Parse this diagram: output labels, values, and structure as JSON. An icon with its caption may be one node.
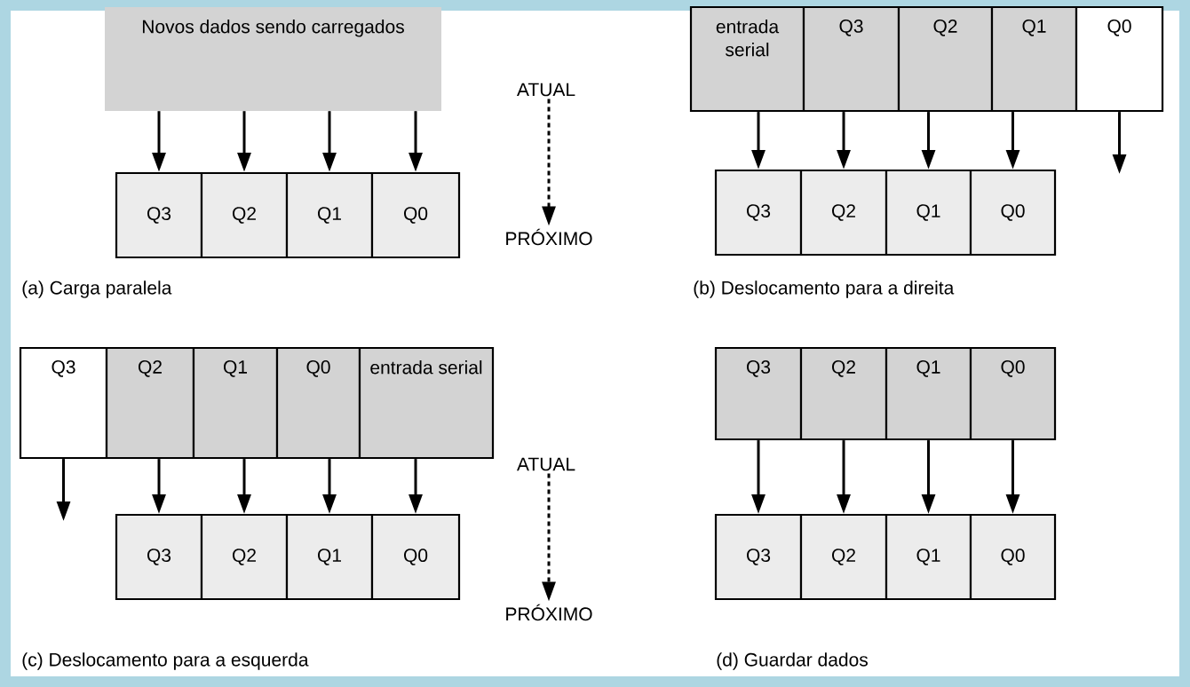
{
  "diagram": {
    "nodes": [
      {
        "text": [
          "Novos dados sendo carregados"
        ]
      },
      {
        "text": [
          "Q3"
        ]
      },
      {
        "text": [
          "Q2"
        ]
      },
      {
        "text": [
          "Q1"
        ]
      },
      {
        "text": [
          "Q0"
        ]
      },
      {
        "text": [
          "ATUAL"
        ]
      },
      {
        "text": [
          "PRÓXIMO"
        ]
      },
      {
        "text": [
          "entrada serial"
        ]
      },
      {
        "text": [
          "Q3"
        ]
      },
      {
        "text": [
          "Q2"
        ]
      },
      {
        "text": [
          "Q1"
        ]
      },
      {
        "text": [
          "Q0"
        ]
      },
      {
        "text": [
          "Q3"
        ]
      },
      {
        "text": [
          "Q2"
        ]
      },
      {
        "text": [
          "Q1"
        ]
      },
      {
        "text": [
          "Q0"
        ]
      },
      {
        "text": [
          "Q3"
        ]
      },
      {
        "text": [
          "Q2"
        ]
      },
      {
        "text": [
          "Q1"
        ]
      },
      {
        "text": [
          "Q0"
        ]
      },
      {
        "text": [
          "entrada serial"
        ]
      },
      {
        "text": [
          "Q3"
        ]
      },
      {
        "text": [
          "Q2"
        ]
      },
      {
        "text": [
          "Q1"
        ]
      },
      {
        "text": [
          "Q0"
        ]
      },
      {
        "text": [
          "ATUAL"
        ]
      },
      {
        "text": [
          "PRÓXIMO"
        ]
      },
      {
        "text": [
          "Q3"
        ]
      },
      {
        "text": [
          "Q2"
        ]
      },
      {
        "text": [
          "Q1"
        ]
      },
      {
        "text": [
          "Q0"
        ]
      },
      {
        "text": [
          "Q3"
        ]
      },
      {
        "text": [
          "Q2"
        ]
      },
      {
        "text": [
          "Q1"
        ]
      },
      {
        "text": [
          "Q0"
        ]
      }
    ],
    "edges": [
      {
        "from": 0,
        "to": 1,
        "arrow": "to"
      },
      {
        "from": 0,
        "to": 2,
        "arrow": "to"
      },
      {
        "from": 0,
        "to": 3,
        "arrow": "to"
      },
      {
        "from": 0,
        "to": 4,
        "arrow": "to"
      },
      {
        "from": 5,
        "to": 6,
        "arrow": "to",
        "style": "dashed"
      },
      {
        "from": 7,
        "to": 12,
        "arrow": "to"
      },
      {
        "from": 8,
        "to": 13,
        "arrow": "to"
      },
      {
        "from": 9,
        "to": 14,
        "arrow": "to"
      },
      {
        "from": 10,
        "to": 15,
        "arrow": "to"
      },
      {
        "from": 11,
        "to": null,
        "arrow": "to"
      },
      {
        "from": 16,
        "to": null,
        "arrow": "to"
      },
      {
        "from": 17,
        "to": 21,
        "arrow": "to"
      },
      {
        "from": 18,
        "to": 22,
        "arrow": "to"
      },
      {
        "from": 19,
        "to": 23,
        "arrow": "to"
      },
      {
        "from": 20,
        "to": 24,
        "arrow": "to"
      },
      {
        "from": 25,
        "to": 26,
        "arrow": "to",
        "style": "dashed"
      },
      {
        "from": 27,
        "to": 31,
        "arrow": "to"
      },
      {
        "from": 28,
        "to": 32,
        "arrow": "to"
      },
      {
        "from": 29,
        "to": 33,
        "arrow": "to"
      },
      {
        "from": 30,
        "to": 34,
        "arrow": "to"
      }
    ],
    "labels": [
      "(a) Carga paralela",
      "(b) Deslocamento para a direita",
      "(c) Deslocamento para a esquerda",
      "(d) Guardar dados"
    ]
  }
}
